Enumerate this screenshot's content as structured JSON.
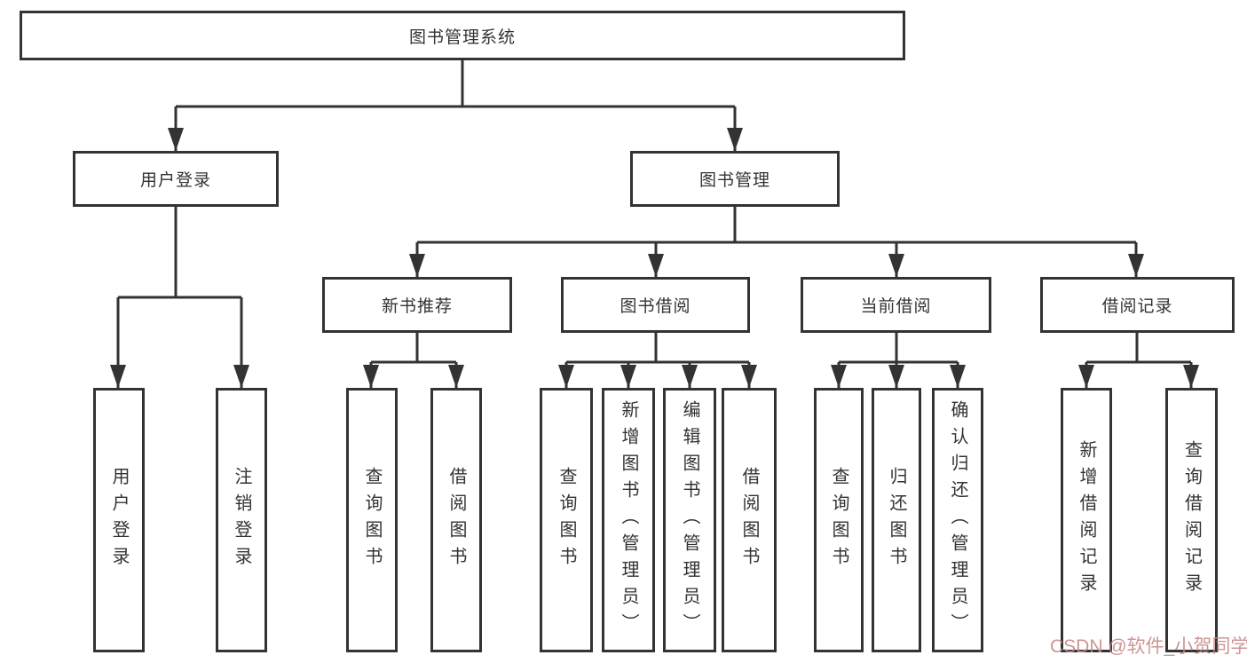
{
  "tree": {
    "root": "图书管理系统",
    "login": {
      "label": "用户登录",
      "children": [
        "用户登录",
        "注销登录"
      ]
    },
    "management": {
      "label": "图书管理",
      "groups": [
        {
          "label": "新书推荐",
          "children": [
            "查询图书",
            "借阅图书"
          ]
        },
        {
          "label": "图书借阅",
          "children": [
            "查询图书",
            "新增图书（管理员）",
            "编辑图书（管理员）",
            "借阅图书"
          ]
        },
        {
          "label": "当前借阅",
          "children": [
            "查询图书",
            "归还图书",
            "确认归还（管理员）"
          ]
        },
        {
          "label": "借阅记录",
          "children": [
            "新增借阅记录",
            "查询借阅记录"
          ]
        }
      ]
    }
  },
  "watermark": {
    "text": "CSDN @软件_小贺同学"
  },
  "colors": {
    "line": "#333333",
    "box_border": "#333333",
    "text": "#333333",
    "background": "#ffffff",
    "watermark": "#c98a8a"
  }
}
